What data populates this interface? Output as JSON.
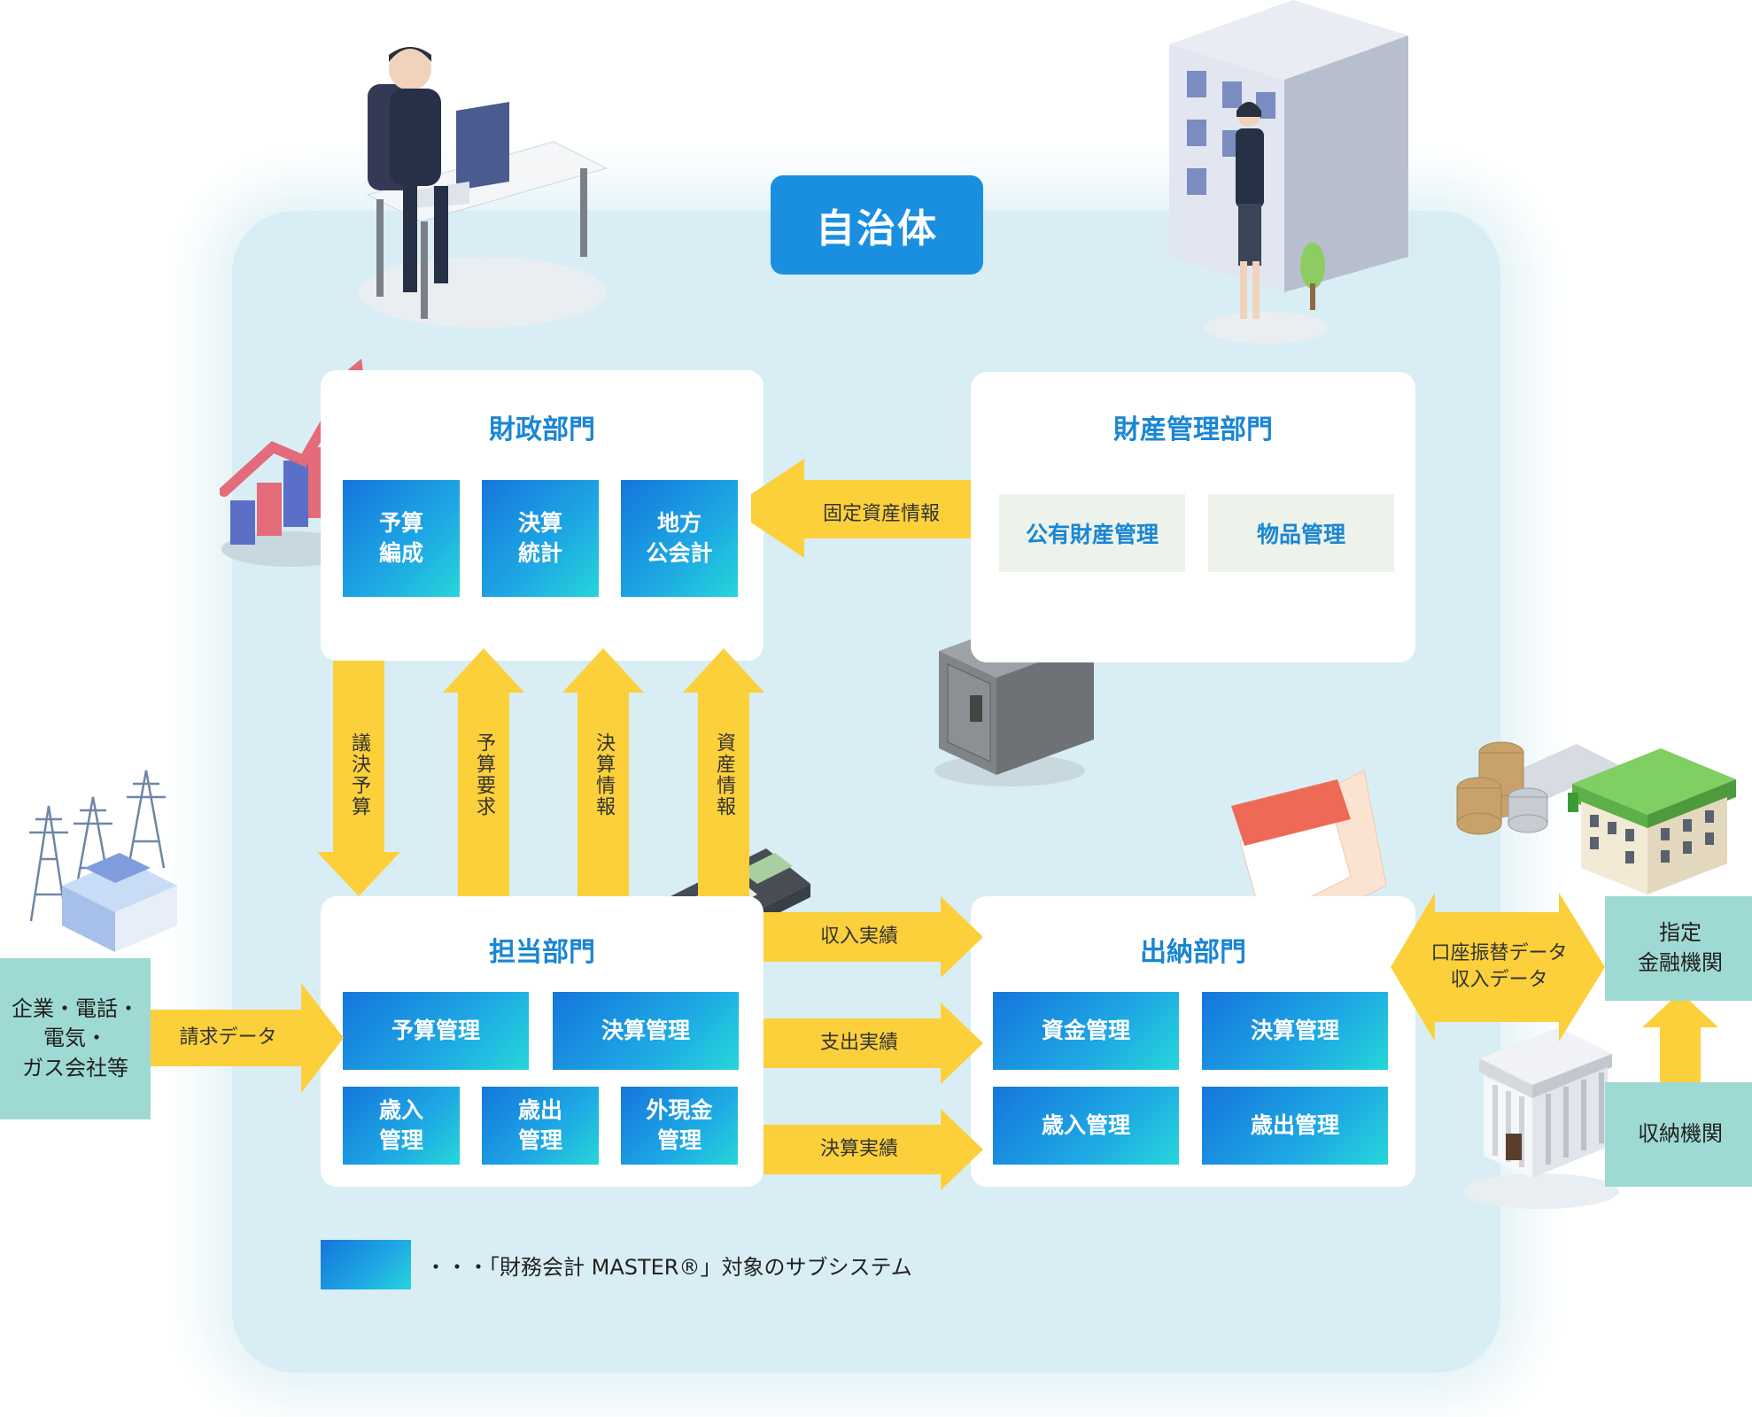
{
  "title": "自治体",
  "panels": {
    "zaisei": {
      "title": "財政部門",
      "subs": [
        "予算\n編成",
        "決算\n統計",
        "地方\n公会計"
      ]
    },
    "zaisan": {
      "title": "財産管理部門",
      "subs": [
        "公有財産管理",
        "物品管理"
      ]
    },
    "tanto": {
      "title": "担当部門",
      "subs": [
        "予算管理",
        "決算管理",
        "歳入\n管理",
        "歳出\n管理",
        "外現金\n管理"
      ]
    },
    "suito": {
      "title": "出納部門",
      "subs": [
        "資金管理",
        "決算管理",
        "歳入管理",
        "歳出管理"
      ]
    }
  },
  "arrows": {
    "kotei": "固定資産情報",
    "giketsu": "議決予算",
    "yosan_yokyu": "予算要求",
    "kessan_joho": "決算情報",
    "shisan_joho": "資産情報",
    "shunyu": "収入実績",
    "shishutsu": "支出実績",
    "kessan_jisseki": "決算実績",
    "seikyu": "請求データ",
    "koza": "口座振替データ\n収入データ"
  },
  "external": {
    "kigyo": "企業・電話・\n電気・\nガス会社等",
    "shitei": "指定\n金融機関",
    "shuno": "収納機関"
  },
  "legend": "・・・「財務会計 MASTER®」対象のサブシステム",
  "colors": {
    "accent": "#1a86d4",
    "arrow": "#fcd03a",
    "external": "#9fd9d3",
    "background": "#d8eef4"
  },
  "icons": [
    "person-at-desk-icon",
    "office-building-icon",
    "bar-chart-icon",
    "safe-icon",
    "calculator-icon",
    "bankbook-card-icon",
    "bank-building-icon",
    "coins-icon",
    "power-tower-icon",
    "temple-building-icon"
  ]
}
